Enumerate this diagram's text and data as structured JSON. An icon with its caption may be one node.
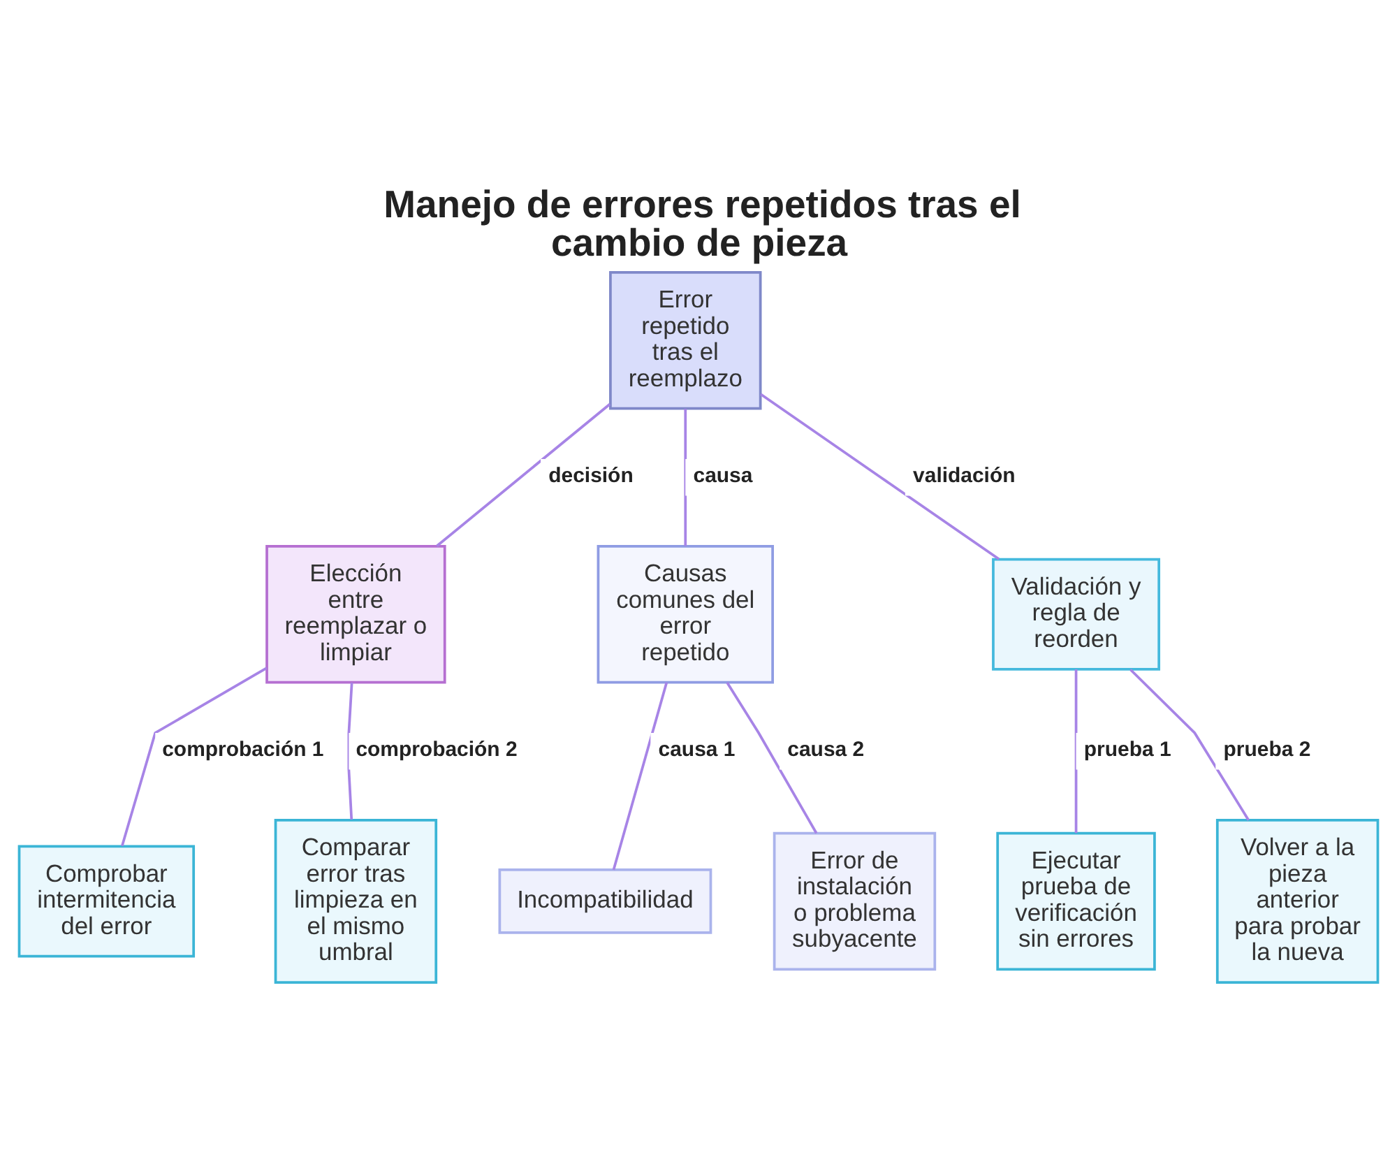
{
  "diagram": {
    "title": "Manejo de errores repetidos tras el cambio de pieza",
    "nodes": [
      {
        "text": [
          "Error repetido tras el reemplazo"
        ]
      },
      {
        "text": [
          "Elección entre reemplazar o limpiar"
        ]
      },
      {
        "text": [
          "Causas comunes del error repetido"
        ]
      },
      {
        "text": [
          "Validación y regla de reorden"
        ]
      },
      {
        "text": [
          "Comprobar intermitencia del error"
        ]
      },
      {
        "text": [
          "Comparar error tras limpieza en el mismo umbral"
        ]
      },
      {
        "text": [
          "Incompatibilidad"
        ]
      },
      {
        "text": [
          "Error de instalación o problema subyacente"
        ]
      },
      {
        "text": [
          "Ejecutar prueba de verificación sin errores"
        ]
      },
      {
        "text": [
          "Volver a la pieza anterior para probar la nueva"
        ]
      }
    ],
    "edges": [
      {
        "from": 0,
        "to": 1,
        "arrow": "none",
        "label": "decisión"
      },
      {
        "from": 0,
        "to": 2,
        "arrow": "none",
        "label": "causa"
      },
      {
        "from": 0,
        "to": 3,
        "arrow": "none",
        "label": "validación"
      },
      {
        "from": 1,
        "to": 4,
        "arrow": "none",
        "label": "comprobación 1"
      },
      {
        "from": 1,
        "to": 5,
        "arrow": "none",
        "label": "comprobación 2"
      },
      {
        "from": 2,
        "to": 6,
        "arrow": "none",
        "label": "causa 1"
      },
      {
        "from": 2,
        "to": 7,
        "arrow": "none",
        "label": "causa 2"
      },
      {
        "from": 3,
        "to": 8,
        "arrow": "none",
        "label": "prueba 1"
      },
      {
        "from": 3,
        "to": 9,
        "arrow": "none",
        "label": "prueba 2"
      }
    ]
  }
}
